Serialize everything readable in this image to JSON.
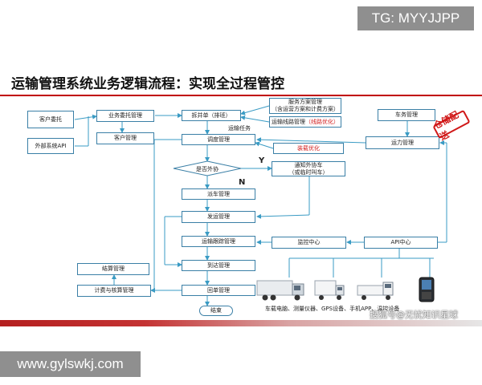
{
  "watermark_top": "TG: MYYJJPP",
  "watermark_bottom": "www.gylswkj.com",
  "watermark_source": "搜狐号@无忧知识星球",
  "title": "运输管理系统业务逻辑流程：实现全过程管控",
  "stamp_text": "仓储配送",
  "nodes": {
    "customer_order": "客户委托",
    "external_api": "外部系统API",
    "business_order_mgmt": "业务委托管理",
    "customer_mgmt": "客户管理",
    "split_merge": "拆并单（排班）",
    "service_plan_line1": "服务方案管理",
    "service_plan_line2": "（含运营方案和计费方案）",
    "route_mgmt": "运输线路管理",
    "route_opt": "（线路优化）",
    "transport_task": "运输任务",
    "dispatch_mgmt": "调度管理",
    "load_opt": "装载优化",
    "fleet_mgmt": "车务管理",
    "capacity_mgmt": "运力管理",
    "outsourcing_q": "是否外协",
    "yes": "Y",
    "no": "N",
    "notify_outsourcing_line1": "通知外协车",
    "notify_outsourcing_line2": "（或临时叫车）",
    "dispatch_vehicle_mgmt": "派车管理",
    "shipment_mgmt": "发运管理",
    "tracking_mgmt": "运输跟踪管理",
    "monitor_center": "监控中心",
    "api_center": "API中心",
    "settlement_mgmt": "结算管理",
    "billing_mgmt": "计费与核算管理",
    "arrival_mgmt": "到达管理",
    "receipt_mgmt": "回单管理",
    "end": "结束"
  },
  "devices_caption": "车载电脑、测量仪器、GPS设备、手机APP、温控设备",
  "colors": {
    "accent_red": "#c00000",
    "connector": "#3a9bc4",
    "box_border": "#3a7fa6"
  }
}
